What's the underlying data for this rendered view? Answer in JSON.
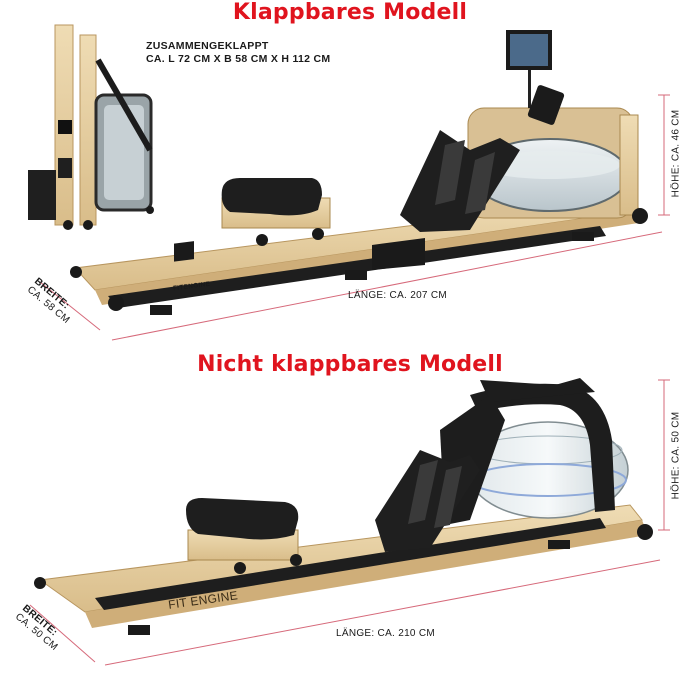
{
  "top": {
    "title": "Klappbares Modell",
    "folded_line1": "ZUSAMMENGEKLAPPT",
    "folded_line2": "CA. L 72 CM X B 58 CM X H 112 CM",
    "height_label": "HÖHE: CA. 46 CM",
    "length_label": "LÄNGE: CA. 207 CM",
    "width_label_1": "BREITE:",
    "width_label_2": "CA. 58 CM",
    "rail_brand": "FITENGINE"
  },
  "bottom": {
    "title": "Nicht klappbares Modell",
    "height_label": "HÖHE: CA. 50 CM",
    "length_label": "LÄNGE: CA. 210 CM",
    "width_label_1": "BREITE:",
    "width_label_2": "CA. 50 CM",
    "rail_brand": "FIT ENGINE"
  },
  "colors": {
    "title_red": "#e0141e",
    "wood": "#e6cfa3",
    "wood_dark": "#c9ab78",
    "metal": "#1c1c1c",
    "water_tank": "#cfd8dc",
    "dimension_line": "#d6697a"
  }
}
